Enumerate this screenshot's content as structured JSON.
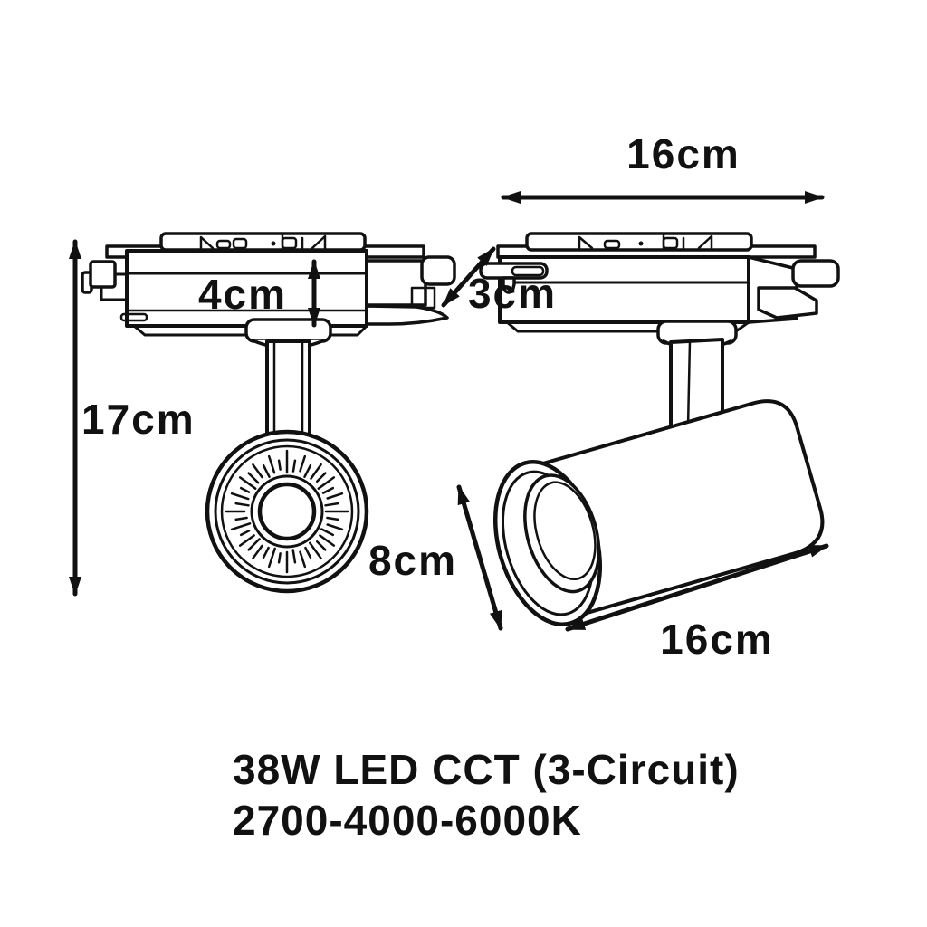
{
  "diagram": {
    "colors": {
      "ink": "#111111",
      "background": "#ffffff"
    },
    "dimensions": {
      "adapter_width_top": "16cm",
      "total_height": "17cm",
      "adapter_height": "4cm",
      "adapter_depth": "3cm",
      "lens_diameter": "8cm",
      "body_length": "16cm"
    },
    "caption": {
      "line1": "38W LED CCT (3-Circuit)",
      "line2": "2700-4000-6000K"
    }
  }
}
